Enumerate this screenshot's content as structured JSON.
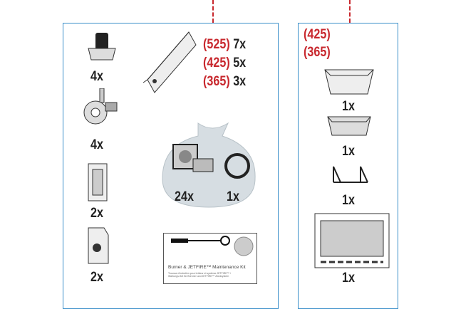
{
  "left_panel": {
    "leveling_foot_qty": "4x",
    "caster_qty": "4x",
    "bracket_a_qty": "2x",
    "bracket_b_qty": "2x",
    "rail_quantities": [
      {
        "size": "(525)",
        "qty": "7x"
      },
      {
        "size": "(425)",
        "qty": "5x"
      },
      {
        "size": "(365)",
        "qty": "3x"
      }
    ],
    "bolt_qty": "24x",
    "clip_qty": "1x",
    "kit": {
      "title": "Burner & JETFIRE™ Maintenance Kit",
      "subtitle": "Trousse d'entretien pour brûleur et système JETFIRE™ / Wartungs-Set für Brenner und JETFIRE™ Zündsystem"
    }
  },
  "right_panel": {
    "sizes": [
      "(425)",
      "(365)"
    ],
    "large_tray_qty": "1x",
    "small_tray_qty": "1x",
    "wire_hook_qty": "1x",
    "drip_panel_qty": "1x"
  },
  "colors": {
    "border": "#3a8fc9",
    "size_label": "#c8282e"
  }
}
